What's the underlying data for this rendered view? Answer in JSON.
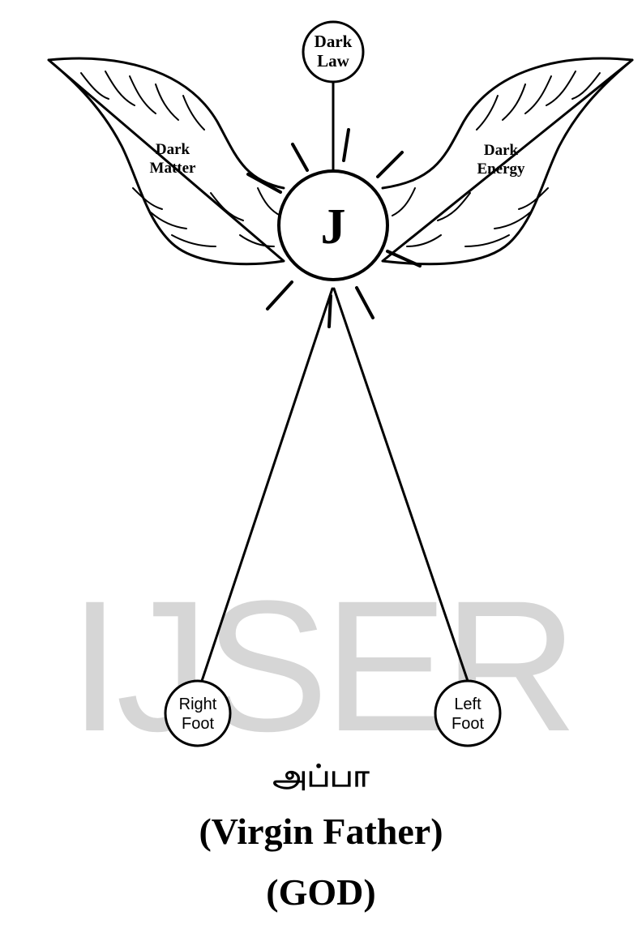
{
  "diagram": {
    "watermark": "IJSER",
    "center_node": "J",
    "top_node": [
      "Dark",
      "Law"
    ],
    "left_wing": [
      "Dark",
      "Matter"
    ],
    "right_wing": [
      "Dark",
      "Energy"
    ],
    "right_foot": [
      "Right",
      "Foot"
    ],
    "left_foot": [
      "Left",
      "Foot"
    ]
  },
  "caption": {
    "tamil": "அப்பா",
    "line2": "(Virgin Father)",
    "line3": "(GOD)"
  }
}
